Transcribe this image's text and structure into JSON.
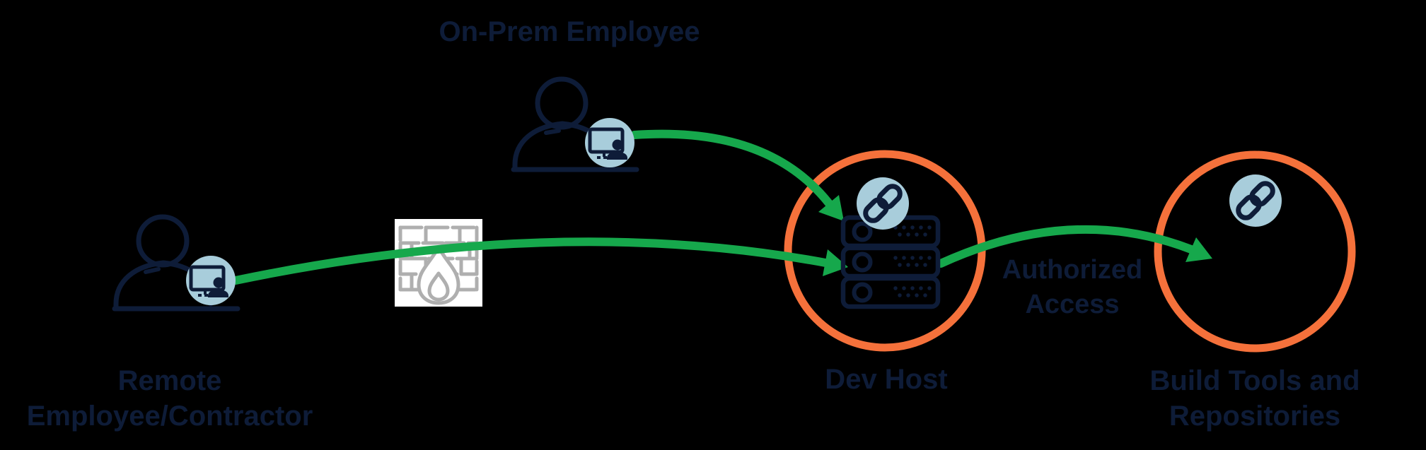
{
  "diagram": {
    "background_color": "#000000",
    "colors": {
      "text_navy": "#0E1C38",
      "icon_navy": "#0E1C38",
      "arrow_green": "#16A84C",
      "ring_orange": "#F5713B",
      "badge_blue": "#A8CDDB",
      "firewall_gray": "#AFAFAF",
      "firewall_bg": "#FFFFFF"
    },
    "nodes": {
      "on_prem": {
        "label": "On-Prem Employee",
        "icon": "person-at-workstation-icon"
      },
      "remote": {
        "label_lines": [
          "Remote",
          "Employee/Contractor"
        ],
        "icon": "person-at-workstation-icon"
      },
      "firewall": {
        "icon": "firewall-icon"
      },
      "dev_host": {
        "label": "Dev Host",
        "icon": "server-stack-icon",
        "badge_icon": "link-icon",
        "ring_color": "#F5713B"
      },
      "build_tools": {
        "label_lines": [
          "Build Tools and",
          "Repositories"
        ],
        "badge_icon": "link-icon",
        "ring_color": "#F5713B"
      }
    },
    "edges": {
      "on_prem_to_dev_host": {
        "style": "green-arrow"
      },
      "remote_to_dev_host": {
        "style": "green-arrow",
        "passes_through": "firewall"
      },
      "dev_host_to_build_tools": {
        "style": "green-arrow",
        "label_lines": [
          "Authorized",
          "Access"
        ]
      }
    }
  }
}
